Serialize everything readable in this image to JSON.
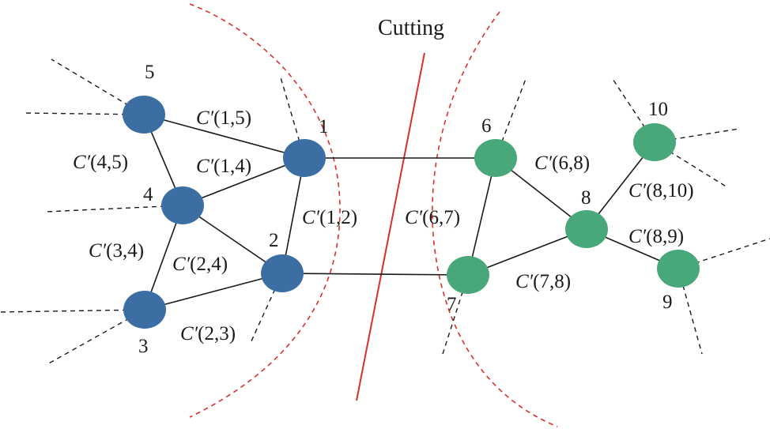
{
  "title": "Cutting",
  "colors": {
    "left_cluster": "#3c6ea3",
    "right_cluster": "#48a87a",
    "edge": "#1a1a1a",
    "cut": "#d9302c"
  },
  "nodes": [
    {
      "id": "1",
      "label": "1",
      "cluster": "left"
    },
    {
      "id": "2",
      "label": "2",
      "cluster": "left"
    },
    {
      "id": "3",
      "label": "3",
      "cluster": "left"
    },
    {
      "id": "4",
      "label": "4",
      "cluster": "left"
    },
    {
      "id": "5",
      "label": "5",
      "cluster": "left"
    },
    {
      "id": "6",
      "label": "6",
      "cluster": "right"
    },
    {
      "id": "7",
      "label": "7",
      "cluster": "right"
    },
    {
      "id": "8",
      "label": "8",
      "cluster": "right"
    },
    {
      "id": "9",
      "label": "9",
      "cluster": "right"
    },
    {
      "id": "10",
      "label": "10",
      "cluster": "right"
    }
  ],
  "edges": [
    {
      "id": "1-5",
      "label_prefix": "C′",
      "label_args": "(1,5)"
    },
    {
      "id": "1-4",
      "label_prefix": "C′",
      "label_args": "(1,4)"
    },
    {
      "id": "4-5",
      "label_prefix": "C′",
      "label_args": "(4,5)"
    },
    {
      "id": "1-2",
      "label_prefix": "C′",
      "label_args": "(1,2)"
    },
    {
      "id": "2-4",
      "label_prefix": "C′",
      "label_args": "(2,4)"
    },
    {
      "id": "3-4",
      "label_prefix": "C′",
      "label_args": "(3,4)"
    },
    {
      "id": "2-3",
      "label_prefix": "C′",
      "label_args": "(2,3)"
    },
    {
      "id": "6-8",
      "label_prefix": "C′",
      "label_args": "(6,8)"
    },
    {
      "id": "6-7",
      "label_prefix": "C′",
      "label_args": "(6,7)"
    },
    {
      "id": "7-8",
      "label_prefix": "C′",
      "label_args": "(7,8)"
    },
    {
      "id": "8-10",
      "label_prefix": "C′",
      "label_args": "(8,10)"
    },
    {
      "id": "8-9",
      "label_prefix": "C′",
      "label_args": "(8,9)"
    },
    {
      "id": "1-6",
      "label_prefix": "",
      "label_args": ""
    },
    {
      "id": "2-7",
      "label_prefix": "",
      "label_args": ""
    }
  ]
}
